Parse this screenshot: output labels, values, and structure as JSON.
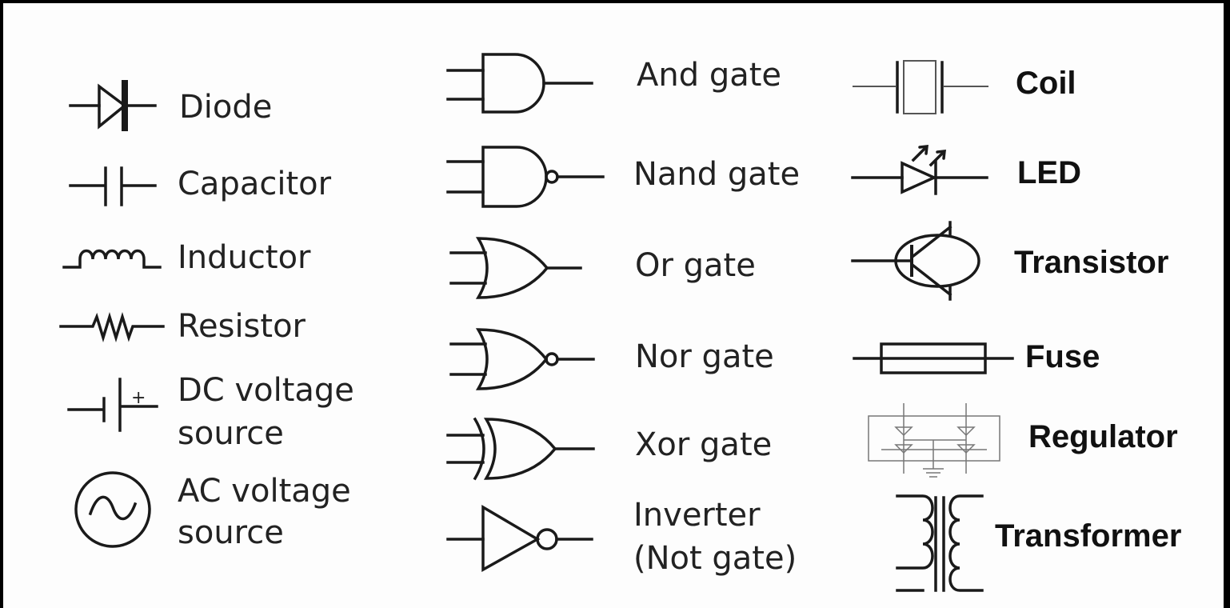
{
  "symbols": {
    "diode": "Diode",
    "capacitor": "Capacitor",
    "inductor": "Inductor",
    "resistor": "Resistor",
    "dc_line1": "DC voltage",
    "dc_line2": "source",
    "dc_plus": "+",
    "ac_line1": "AC voltage",
    "ac_line2": "source",
    "and_gate": "And gate",
    "nand_gate": "Nand gate",
    "or_gate": "Or gate",
    "nor_gate": "Nor gate",
    "xor_gate": "Xor gate",
    "inverter_line1": "Inverter",
    "inverter_line2": "(Not gate)",
    "coil": "Coil",
    "led": "LED",
    "transistor": "Transistor",
    "fuse": "Fuse",
    "regulator": "Regulator",
    "transformer": "Transformer"
  }
}
